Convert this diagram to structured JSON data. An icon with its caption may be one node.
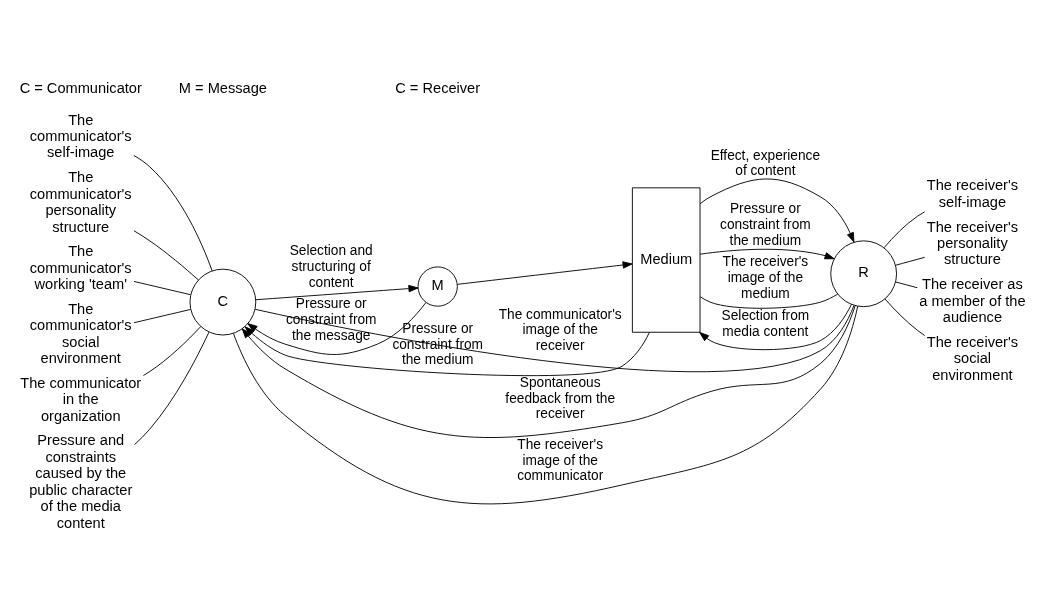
{
  "diagram": {
    "nodes": [
      {
        "text": [
          "The communicator's self-image"
        ]
      },
      {
        "text": [
          "The communicator's personality structure"
        ]
      },
      {
        "text": [
          "The communicator's working 'team'"
        ]
      },
      {
        "text": [
          "The communicator's social environment"
        ]
      },
      {
        "text": [
          "The communicator in the organization"
        ]
      },
      {
        "text": [
          "Pressure and constraints caused by the public character of the media content"
        ]
      },
      {
        "text": [
          "C"
        ]
      },
      {
        "text": [
          "M"
        ]
      },
      {
        "text": [
          "Medium"
        ]
      },
      {
        "text": [
          "R"
        ]
      },
      {
        "text": [
          "The receiver's self-image"
        ]
      },
      {
        "text": [
          "The receiver's personality structure"
        ]
      },
      {
        "text": [
          "The receiver as a member of the audience"
        ]
      },
      {
        "text": [
          "The receiver's social environment"
        ]
      }
    ],
    "edges": [
      {
        "from": 0,
        "to": 6,
        "arrow": "none"
      },
      {
        "from": 1,
        "to": 6,
        "arrow": "none"
      },
      {
        "from": 2,
        "to": 6,
        "arrow": "none"
      },
      {
        "from": 3,
        "to": 6,
        "arrow": "none"
      },
      {
        "from": 4,
        "to": 6,
        "arrow": "none"
      },
      {
        "from": 5,
        "to": 6,
        "arrow": "none"
      },
      {
        "from": 6,
        "to": 7,
        "arrow": "to",
        "label": "Selection and structuring of content"
      },
      {
        "from": 7,
        "to": 6,
        "arrow": "to",
        "label": "Pressure or constraint from the message"
      },
      {
        "from": 7,
        "to": 8,
        "arrow": "to"
      },
      {
        "from": 9,
        "to": 8,
        "arrow": "to",
        "label": "Selection from media content"
      },
      {
        "from": 8,
        "to": 9,
        "arrow": "to",
        "label": "Effect, experience of content"
      },
      {
        "from": 8,
        "to": 9,
        "arrow": "to",
        "label": "Pressure or constraint from the medium"
      },
      {
        "from": 8,
        "to": 9,
        "arrow": "none",
        "label": "The receiver's image of the medium"
      },
      {
        "from": 8,
        "to": 6,
        "arrow": "to",
        "label": "Pressure or constraint from the medium"
      },
      {
        "from": 9,
        "to": 6,
        "arrow": "to",
        "label": "Spontaneous feedback from the receiver"
      },
      {
        "from": 6,
        "to": 9,
        "arrow": "none",
        "label": "The communicator's image of the receiver"
      },
      {
        "from": 9,
        "to": 6,
        "arrow": "none",
        "label": "The receiver's image of the communicator"
      },
      {
        "from": 9,
        "to": 10,
        "arrow": "none"
      },
      {
        "from": 9,
        "to": 11,
        "arrow": "none"
      },
      {
        "from": 9,
        "to": 12,
        "arrow": "none"
      },
      {
        "from": 9,
        "to": 13,
        "arrow": "none"
      }
    ],
    "labels": [
      "C = Communicator",
      "M = Message",
      "C = Receiver"
    ]
  }
}
